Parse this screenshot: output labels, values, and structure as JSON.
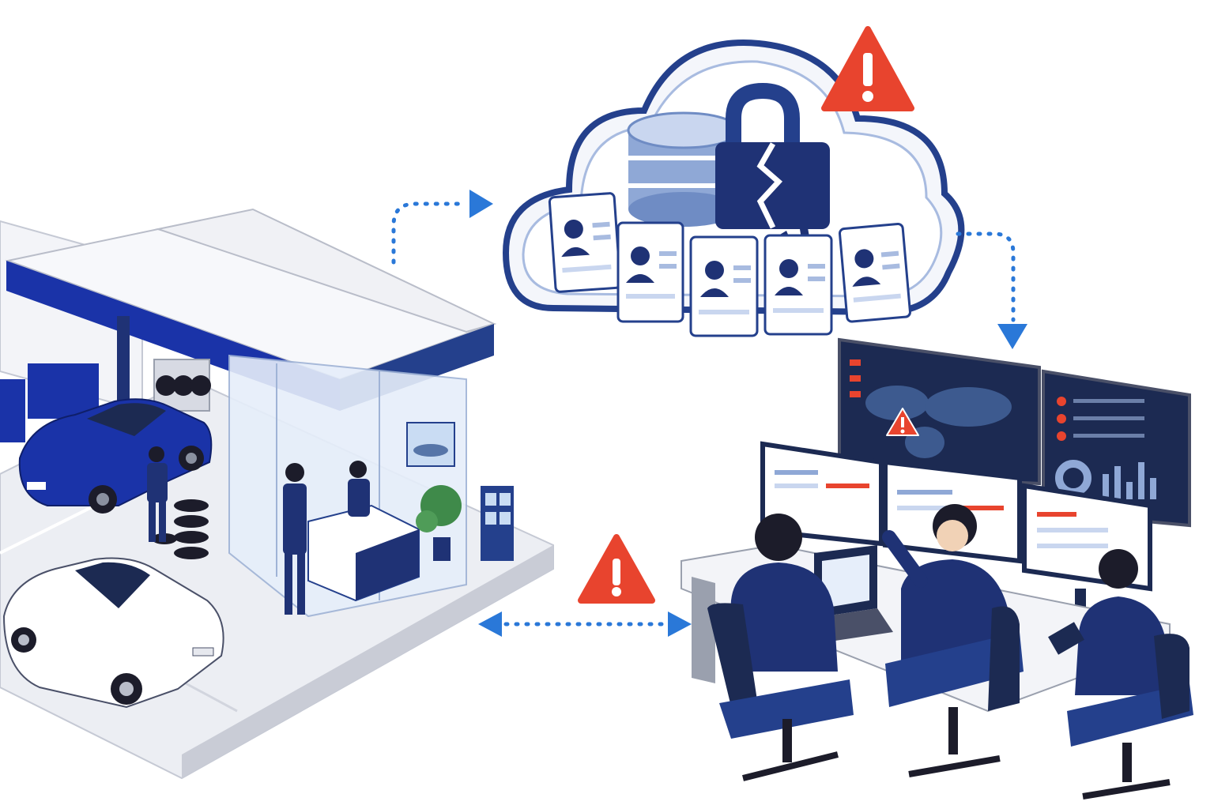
{
  "colors": {
    "navy": "#1f3275",
    "royal_blue": "#1a33a8",
    "flow_blue": "#2a78d8",
    "warning_red": "#e8442e",
    "cloud_outline": "#24408c",
    "screen_dark": "#1c2a52",
    "floor_gray": "#e6e8ee"
  },
  "nodes": [
    {
      "id": "dealership",
      "icon": "car-dealership-service-center"
    },
    {
      "id": "cloud",
      "icon": "cloud-database-broken-lock"
    },
    {
      "id": "security-operations",
      "icon": "security-operations-center"
    }
  ],
  "flows": [
    {
      "from": "dealership",
      "to": "cloud",
      "style": "dotted-arrow"
    },
    {
      "from": "cloud",
      "to": "security-operations",
      "style": "dotted-arrow"
    },
    {
      "from": "security-operations",
      "to": "dealership",
      "style": "dotted-double-arrow"
    }
  ],
  "warnings": [
    {
      "location": "cloud",
      "icon": "warning-icon"
    },
    {
      "location": "flow-dealership-soc",
      "icon": "warning-icon"
    },
    {
      "location": "soc-map-screen",
      "icon": "warning-icon"
    }
  ],
  "customer_records": 5
}
